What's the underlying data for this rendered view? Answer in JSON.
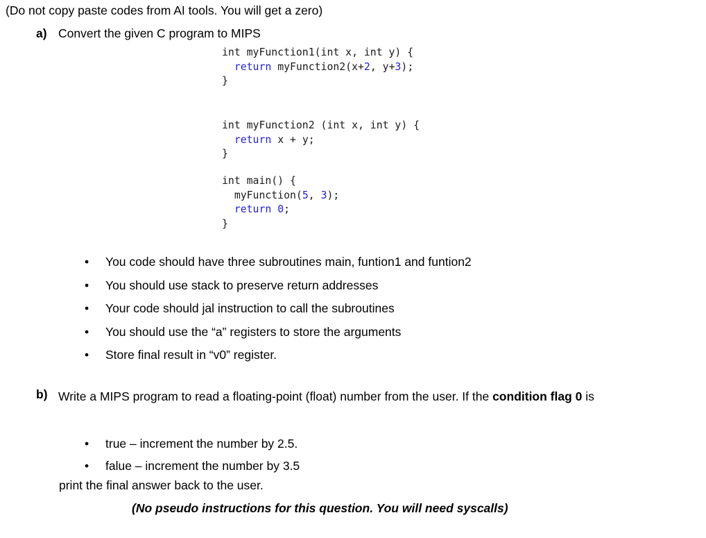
{
  "intro": {
    "note": "(Do not copy paste codes from AI tools. You will get a zero)"
  },
  "question_a": {
    "label": "a)",
    "text": "Convert the given C program to MIPS",
    "code_blocks": [
      {
        "name": "myFunction1",
        "lines": [
          [
            {
              "t": "int myFunction1(int x, int y) {",
              "s": "plain"
            }
          ],
          [
            {
              "t": "  ",
              "s": "plain"
            },
            {
              "t": "return",
              "s": "kw"
            },
            {
              "t": " myFunction2(x+",
              "s": "plain"
            },
            {
              "t": "2",
              "s": "num"
            },
            {
              "t": ", y+",
              "s": "plain"
            },
            {
              "t": "3",
              "s": "num"
            },
            {
              "t": ");",
              "s": "plain"
            }
          ],
          [
            {
              "t": "}",
              "s": "plain"
            }
          ]
        ]
      },
      {
        "name": "myFunction2",
        "lines": [
          [
            {
              "t": "int myFunction2 (int x, int y) {",
              "s": "plain"
            }
          ],
          [
            {
              "t": "  ",
              "s": "plain"
            },
            {
              "t": "return",
              "s": "kw"
            },
            {
              "t": " x + y;",
              "s": "plain"
            }
          ],
          [
            {
              "t": "}",
              "s": "plain"
            }
          ]
        ]
      },
      {
        "name": "main",
        "lines": [
          [
            {
              "t": "int main() {",
              "s": "plain"
            }
          ],
          [
            {
              "t": "  myFunction(",
              "s": "plain"
            },
            {
              "t": "5",
              "s": "num"
            },
            {
              "t": ", ",
              "s": "plain"
            },
            {
              "t": "3",
              "s": "num"
            },
            {
              "t": ");",
              "s": "plain"
            }
          ],
          [
            {
              "t": "  ",
              "s": "plain"
            },
            {
              "t": "return",
              "s": "kw"
            },
            {
              "t": " ",
              "s": "plain"
            },
            {
              "t": "0",
              "s": "num"
            },
            {
              "t": ";",
              "s": "plain"
            }
          ],
          [
            {
              "t": "}",
              "s": "plain"
            }
          ]
        ]
      }
    ],
    "requirements": [
      "You code should have three subroutines main, funtion1 and funtion2",
      "You should use stack to preserve return addresses",
      "Your code should jal instruction to call the subroutines",
      "You should use the “a” registers to store the arguments",
      "Store final result in “v0” register."
    ]
  },
  "question_b": {
    "label": "b)",
    "text_part1": "Write a MIPS program to read a floating-point (float) number from the user. If the ",
    "text_bold": "condition flag 0",
    "text_part2": " is",
    "conditions": [
      "true – increment the number by 2.5.",
      "falue – increment the number by 3.5"
    ],
    "print_line": "print the final answer back to the user.",
    "closing_note": "(No pseudo instructions for this question. You will need syscalls)"
  },
  "colors": {
    "text": "#000000",
    "keyword": "#2222cc",
    "number": "#2222cc",
    "background": "#ffffff"
  }
}
